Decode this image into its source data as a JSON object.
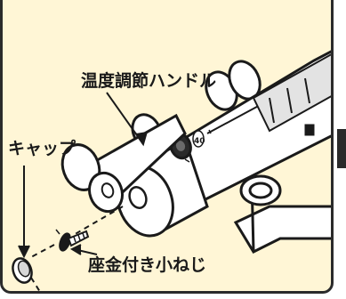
{
  "labels": {
    "handle": "温度調節ハンドル",
    "cap": "キャップ",
    "screw": "座金付き小ねじ"
  },
  "scale_mark": "40",
  "icons": [
    "thermostat-faucet-illustration",
    "screw-icon",
    "cap-icon"
  ],
  "colors": {
    "background": "#fff6d6",
    "border": "#2b2b2b",
    "line": "#1a1a1a",
    "metal": "#ffffff",
    "glass": "#e3e3e3"
  }
}
